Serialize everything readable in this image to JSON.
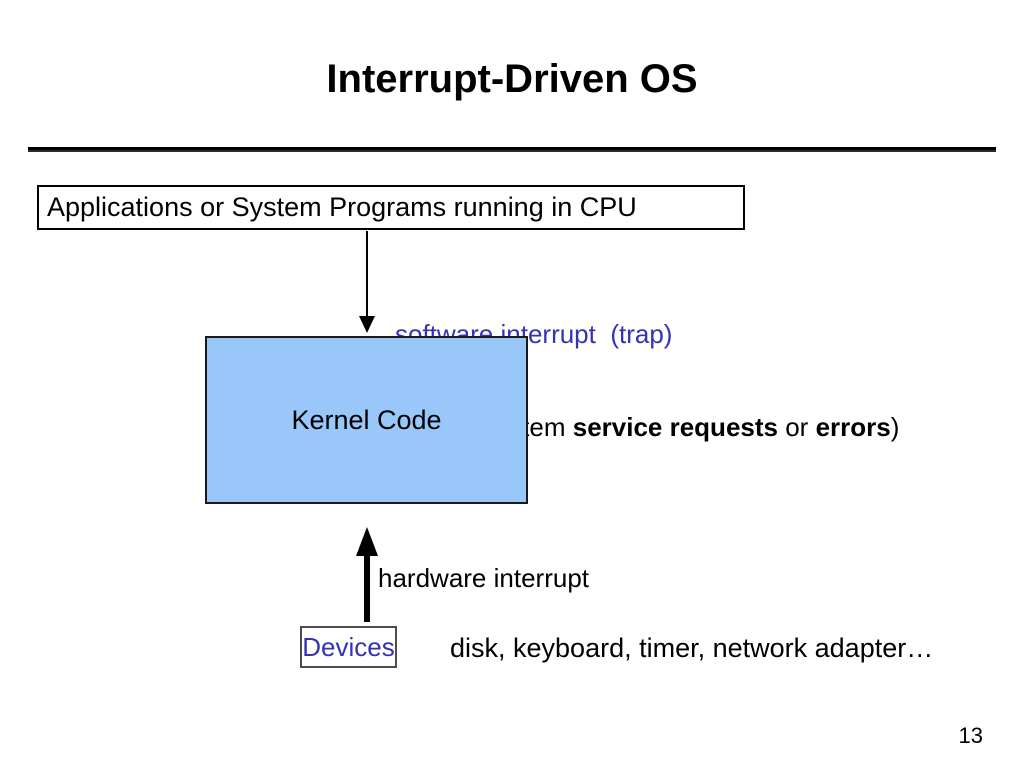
{
  "slide": {
    "title": "Interrupt-Driven OS",
    "page_number": "13"
  },
  "diagram": {
    "app_box_label": "Applications or System Programs running in CPU",
    "software_interrupt": {
      "line1": "software interrupt  (trap)",
      "line2_prefix": "(due to system ",
      "line2_bold1": "service requests",
      "line2_mid": " or ",
      "line2_bold2": "errors",
      "line2_suffix": ")"
    },
    "kernel_box_label": "Kernel Code",
    "hardware_interrupt_label": "hardware interrupt",
    "devices_box_label": "Devices",
    "devices_list": "disk, keyboard, timer, network adapter…"
  },
  "icons": {
    "down_arrow": "software-interrupt-down-arrow",
    "up_arrow": "hardware-interrupt-up-arrow"
  },
  "colors": {
    "accent_blue": "#3333b3",
    "kernel_fill": "#99c7fa",
    "line_black": "#000000",
    "devices_border_gray": "#4d4d4d"
  }
}
